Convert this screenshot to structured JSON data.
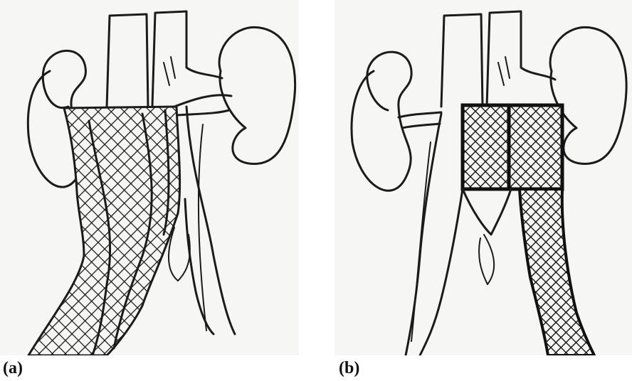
{
  "panels": [
    {
      "id": "a",
      "label": "(a)"
    },
    {
      "id": "b",
      "label": "(b)"
    }
  ],
  "colors": {
    "ink": "#1b1b1b",
    "paper": "#f6f6f4",
    "background": "#ffffff"
  }
}
